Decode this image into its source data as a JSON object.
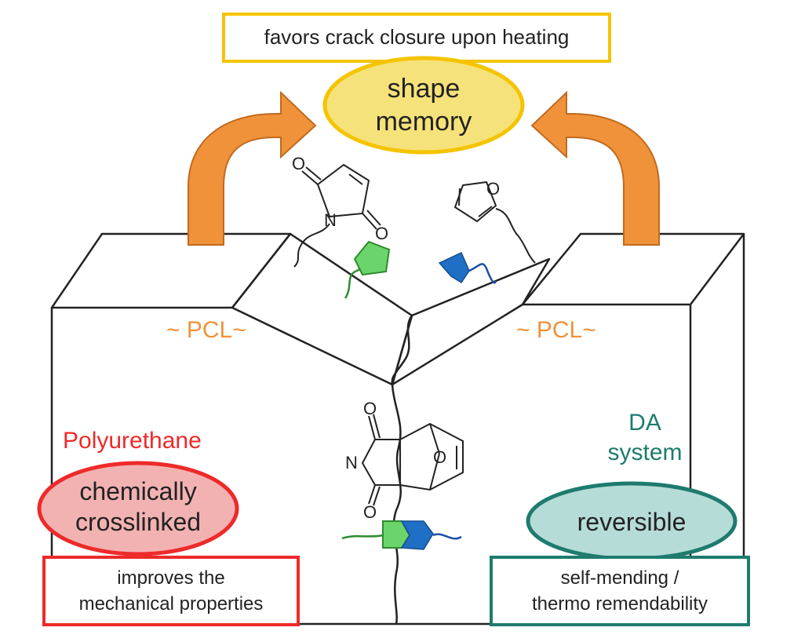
{
  "header": {
    "note": "favors crack closure upon heating",
    "central_property": [
      "shape",
      "memory"
    ]
  },
  "left": {
    "chain_label": "~ PCL~",
    "material": "Polyurethane",
    "property": [
      "chemically",
      "crosslinked"
    ],
    "note": [
      "improves the",
      "mechanical properties"
    ]
  },
  "right": {
    "chain_label": "~ PCL~",
    "material": [
      "DA",
      "system"
    ],
    "property": "reversible",
    "note": [
      "self-mending /",
      "thermo remendability"
    ]
  },
  "chemistry": {
    "maleimide_atoms": {
      "N": "N",
      "O1": "O",
      "O2": "O"
    },
    "furan_atoms": {
      "O": "O"
    },
    "adduct_atoms": {
      "N": "N",
      "O1": "O",
      "O2": "O",
      "O3": "O"
    }
  },
  "colors": {
    "orange": "#f0923a",
    "yellow": "#f5c400",
    "yellow_fill": "#f6e27a",
    "red": "#ee2a2a",
    "red_fill": "#f3b2b2",
    "teal": "#1e7b6e",
    "teal_fill": "#b6dcd8",
    "green": "#3cb83c",
    "blue": "#1f6fc4"
  }
}
